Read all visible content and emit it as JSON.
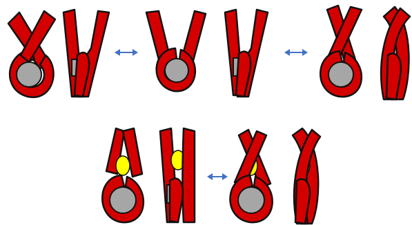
{
  "colors": {
    "band_fill": "#d40000",
    "outline": "#111111",
    "hole_fill": "#a6a6a6",
    "insert_fill": "#ffff00",
    "arrow": "#4472c4",
    "background": "#ffffff"
  },
  "icons": {
    "transition": "double-arrow-icon",
    "loop_core": "circle-core-icon",
    "insert": "yellow-oval-icon"
  },
  "rows": [
    {
      "figures": [
        {
          "kind": "loop-front",
          "crossed": true,
          "insert": false
        },
        {
          "kind": "side",
          "crossed": false,
          "insert": false
        },
        {
          "kind": "loop-front",
          "crossed": false,
          "insert": false
        },
        {
          "kind": "side",
          "crossed": false,
          "insert": false
        },
        {
          "kind": "loop-front",
          "crossed": true,
          "insert": false
        },
        {
          "kind": "side",
          "crossed": true,
          "insert": false
        }
      ],
      "arrows": 2
    },
    {
      "figures": [
        {
          "kind": "loop-front",
          "crossed": false,
          "insert": true
        },
        {
          "kind": "side",
          "crossed": false,
          "insert": true
        },
        {
          "kind": "loop-front",
          "crossed": true,
          "insert": true
        },
        {
          "kind": "side",
          "crossed": true,
          "insert": true
        }
      ],
      "arrows": 1
    }
  ]
}
